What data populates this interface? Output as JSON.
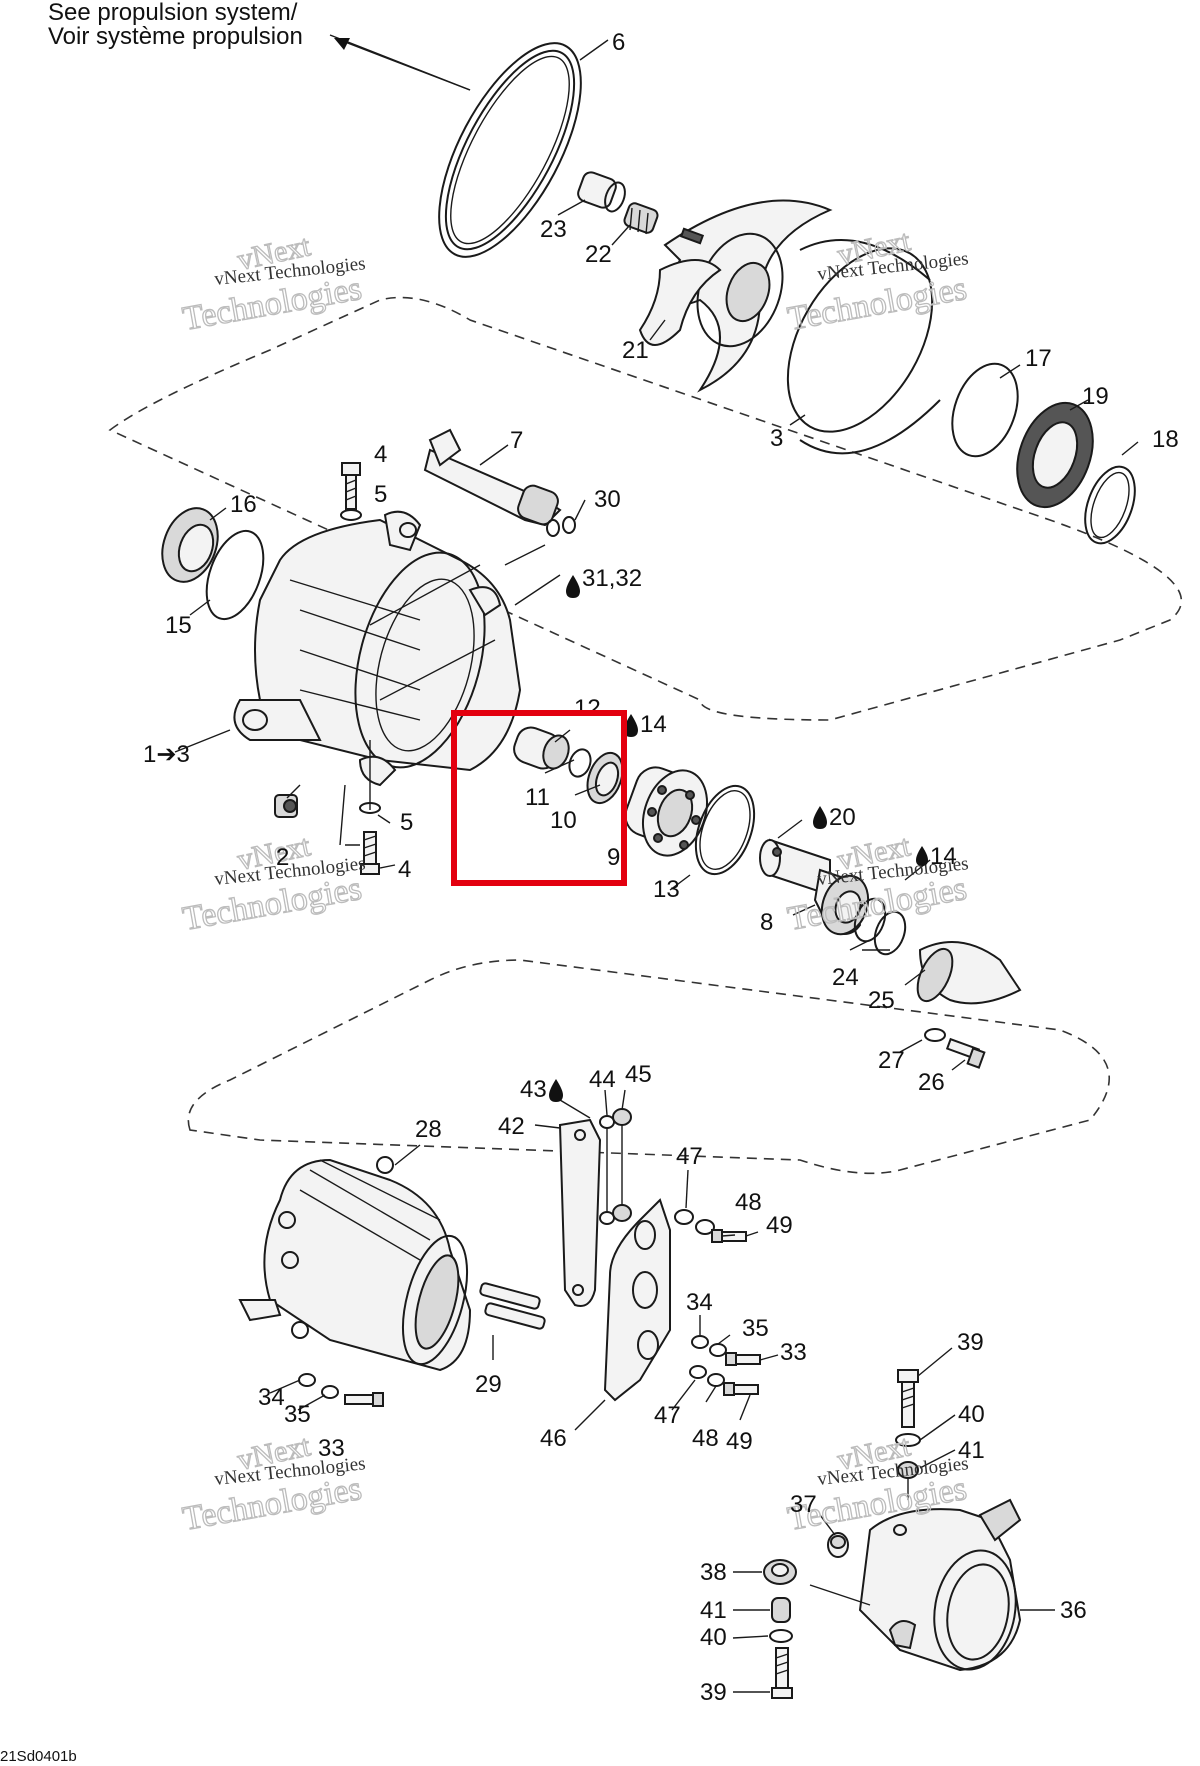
{
  "header": {
    "note_line1": "See propulsion system/",
    "note_line2": "Voir système propulsion"
  },
  "footer": {
    "code": "21Sd0401b"
  },
  "watermark": {
    "line1": "vNext",
    "line2": "vNext Technologies",
    "line3": "Technologies"
  },
  "labels": {
    "l6": "6",
    "l23": "23",
    "l22": "22",
    "l21": "21",
    "l3": "3",
    "l17": "17",
    "l19": "19",
    "l18": "18",
    "l7": "7",
    "l4a": "4",
    "l5a": "5",
    "l30": "30",
    "l16": "16",
    "l15": "15",
    "l3132": "31,32",
    "l12": "12",
    "l14a": "14",
    "l1to3": "1➔3",
    "l11": "11",
    "l10": "10",
    "l9": "9",
    "l20": "20",
    "l2": "2",
    "l5b": "5",
    "l4b": "4",
    "l13": "13",
    "l14b": "14",
    "l8": "8",
    "l24": "24",
    "l25": "25",
    "l27": "27",
    "l26": "26",
    "l43": "43",
    "l44": "44",
    "l45": "45",
    "l42": "42",
    "l28": "28",
    "l47a": "47",
    "l48a": "48",
    "l49a": "49",
    "l34a": "34",
    "l35a": "35",
    "l33a": "33",
    "l29": "29",
    "l34b": "34",
    "l35b": "35",
    "l33b": "33",
    "l46": "46",
    "l47b": "47",
    "l48b": "48",
    "l49b": "49",
    "l39a": "39",
    "l40a": "40",
    "l41a": "41",
    "l37": "37",
    "l38": "38",
    "l41b": "41",
    "l40b": "40",
    "l39b": "39",
    "l36": "36"
  },
  "colors": {
    "highlight": "#e3000f",
    "ink": "#1a1a1a"
  }
}
